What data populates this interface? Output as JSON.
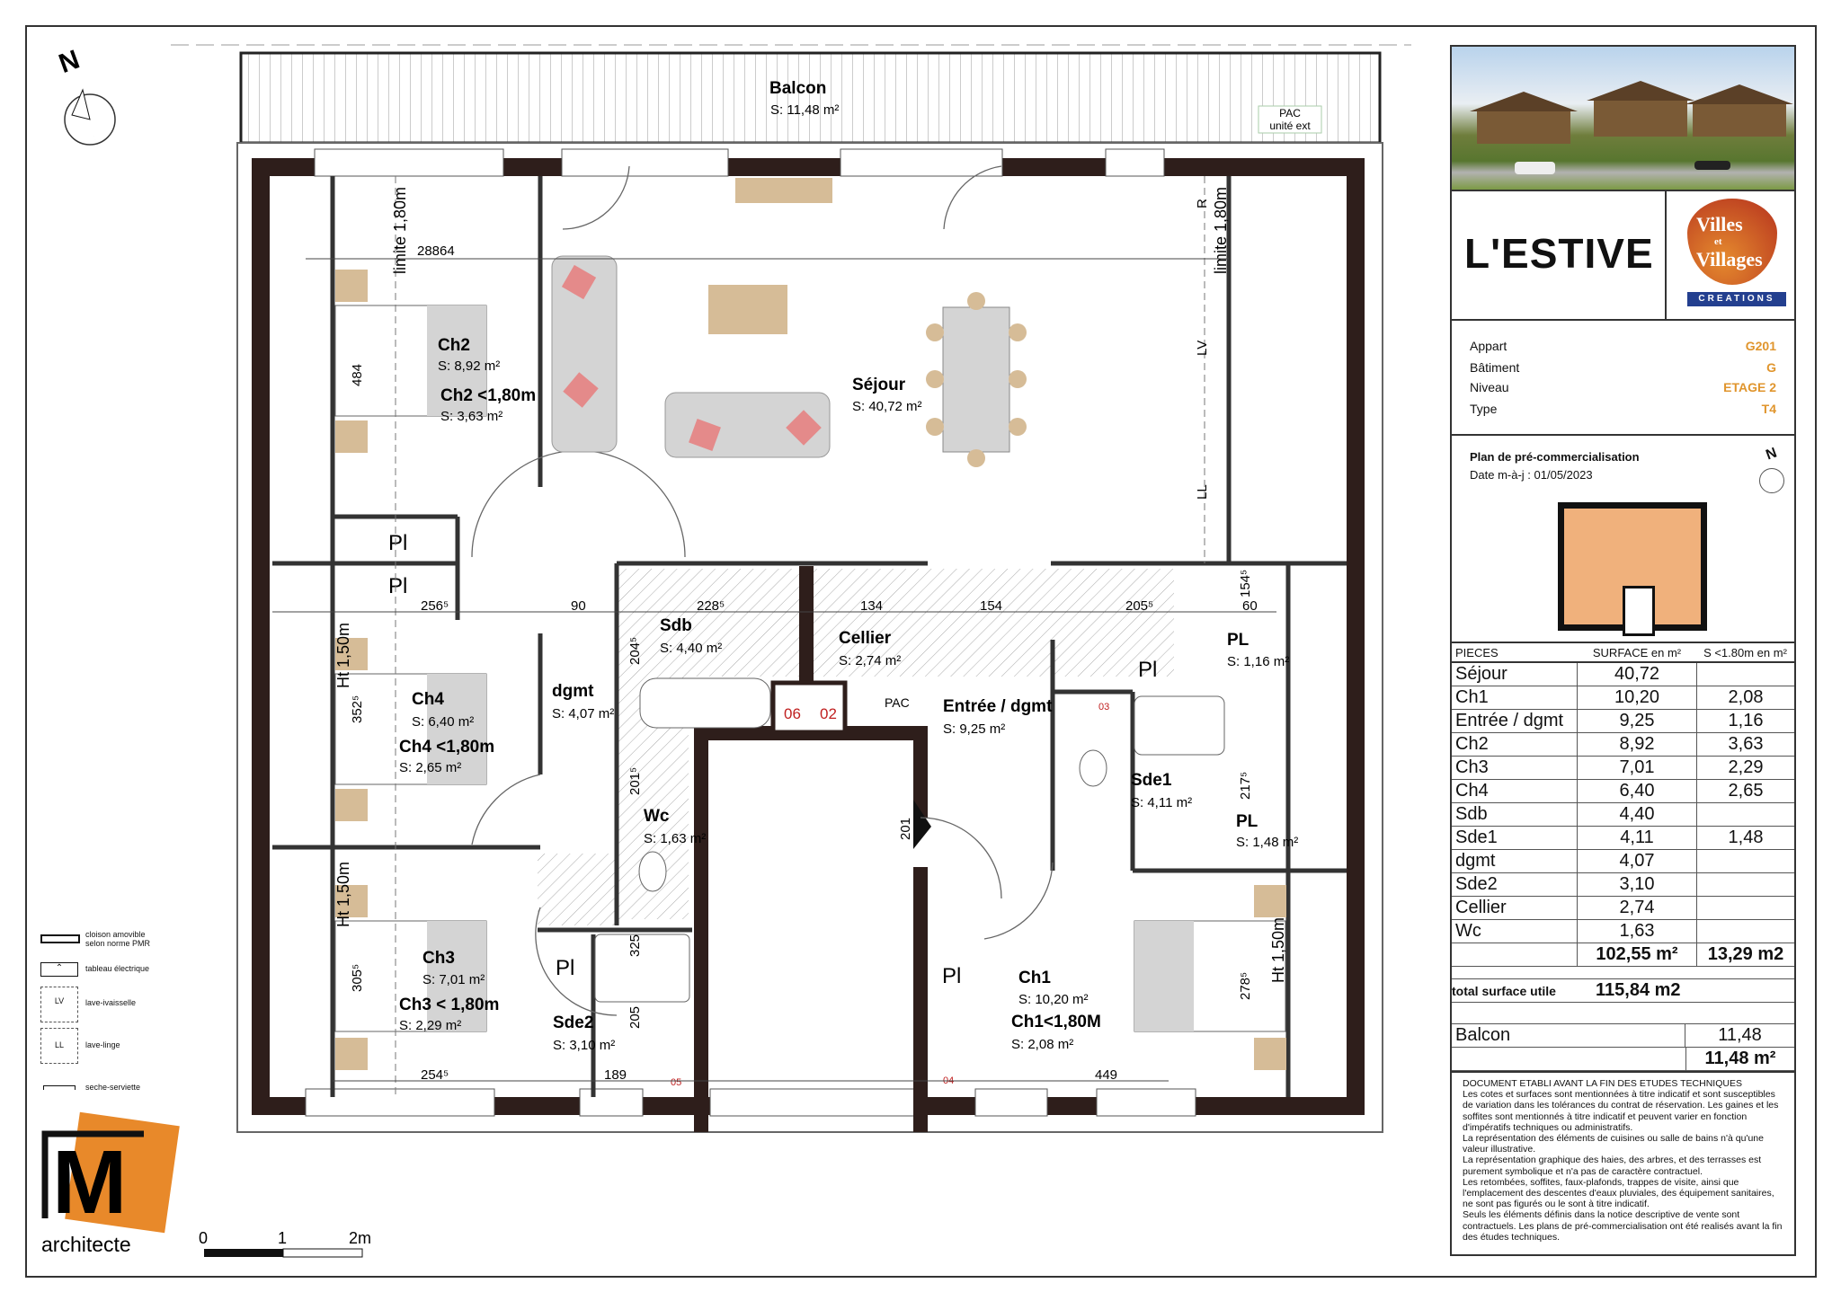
{
  "compass": {
    "n": "N"
  },
  "balcony": {
    "name": "Balcon",
    "area": "S: 11,48 m²",
    "pac": "PAC",
    "pac_sub": "unité ext"
  },
  "rooms": {
    "ch2": {
      "name": "Ch2",
      "area": "S: 8,92 m²",
      "low": "Ch2 <1,80m",
      "low_area": "S: 3,63 m²"
    },
    "sejour": {
      "name": "Séjour",
      "area": "S: 40,72 m²"
    },
    "sdb": {
      "name": "Sdb",
      "area": "S: 4,40 m²"
    },
    "cellier": {
      "name": "Cellier",
      "area": "S: 2,74 m²",
      "pac": "PAC"
    },
    "dgmt": {
      "name": "dgmt",
      "area": "S: 4,07 m²"
    },
    "ch4": {
      "name": "Ch4",
      "area": "S: 6,40 m²",
      "low": "Ch4 <1,80m",
      "low_area": "S: 2,65 m²"
    },
    "entree": {
      "name": "Entrée / dgmt",
      "area": "S: 9,25 m²"
    },
    "sde1": {
      "name": "Sde1",
      "area": "S: 4,11 m²"
    },
    "pl1": {
      "name": "PL",
      "area": "S: 1,16 m²"
    },
    "pl2": {
      "name": "PL",
      "area": "S: 1,48 m²"
    },
    "wc": {
      "name": "Wc",
      "area": "S: 1,63 m²"
    },
    "ch3": {
      "name": "Ch3",
      "area": "S: 7,01 m²",
      "low": "Ch3 < 1,80m",
      "low_area": "S: 2,29 m²"
    },
    "sde2": {
      "name": "Sde2",
      "area": "S: 3,10 m²"
    },
    "ch1": {
      "name": "Ch1",
      "area": "S: 10,20 m²",
      "low": "Ch1<1,80M",
      "low_area": "S: 2,08 m²"
    }
  },
  "placards": [
    "Pl",
    "Pl",
    "Pl",
    "Pl",
    "Pl"
  ],
  "annotations": {
    "limite": "limite 1,80m",
    "ht": "Ht 1,50m",
    "r": "R",
    "lv": "LV",
    "ll": "LL"
  },
  "dimensions": [
    "28864",
    "484",
    "256⁵",
    "90",
    "228⁵",
    "134",
    "154",
    "205⁵",
    "60",
    "154⁵",
    "204⁵",
    "352⁵",
    "201⁵",
    "201",
    "217⁵",
    "325",
    "205",
    "305⁵",
    "278⁵",
    "254⁵",
    "189",
    "449"
  ],
  "gaines": [
    "06",
    "02",
    "03",
    "05",
    "04"
  ],
  "legend": [
    {
      "label": "cloison amovible selon norme PMR"
    },
    {
      "label": "tableau électrique"
    },
    {
      "label": "lave-ivaisselle",
      "code": "LV"
    },
    {
      "label": "lave-linge",
      "code": "LL"
    },
    {
      "label": "seche-serviette"
    }
  ],
  "architect": {
    "logo_letter": "M",
    "name": "architecte"
  },
  "scale": {
    "ticks": [
      "0",
      "1",
      "2m"
    ]
  },
  "panel": {
    "project": "L'ESTIVE",
    "developer_logo": {
      "line1": "Villes",
      "et": "et",
      "line2": "Villages",
      "line3": "CREATIONS"
    },
    "info": [
      {
        "label": "Appart",
        "value": "G201"
      },
      {
        "label": "Bâtiment",
        "value": "G"
      },
      {
        "label": "Niveau",
        "value": "ETAGE 2"
      },
      {
        "label": "Type",
        "value": "T4"
      }
    ],
    "plan_title": "Plan de pré-commercialisation",
    "plan_date": "Date m-à-j : 01/05/2023",
    "mini_n": "N",
    "table": {
      "headers": [
        "PIECES",
        "SURFACE en m²",
        "S <1.80m en m²"
      ],
      "rows": [
        [
          "Séjour",
          "40,72",
          ""
        ],
        [
          "Ch1",
          "10,20",
          "2,08"
        ],
        [
          "Entrée / dgmt",
          "9,25",
          "1,16"
        ],
        [
          "Ch2",
          "8,92",
          "3,63"
        ],
        [
          "Ch3",
          "7,01",
          "2,29"
        ],
        [
          "Ch4",
          "6,40",
          "2,65"
        ],
        [
          "Sdb",
          "4,40",
          ""
        ],
        [
          "Sde1",
          "4,11",
          "1,48"
        ],
        [
          "dgmt",
          "4,07",
          ""
        ],
        [
          "Sde2",
          "3,10",
          ""
        ],
        [
          "Cellier",
          "2,74",
          ""
        ],
        [
          "Wc",
          "1,63",
          ""
        ]
      ],
      "total_surface": "102,55 m²",
      "total_low": "13,29 m2",
      "utile_label": "total surface utile",
      "utile_value": "115,84 m2",
      "balcon_label": "Balcon",
      "balcon_value": "11,48",
      "balcon_total": "11,48 m²"
    },
    "notes": [
      "DOCUMENT ETABLI AVANT LA FIN DES ETUDES TECHNIQUES",
      "Les cotes et surfaces sont mentionnées à titre indicatif et sont susceptibles de variation dans les tolérances du contrat de réservation. Les gaines et les soffites sont mentionnés à titre indicatif et peuvent varier en fonction d'impératifs techniques ou administratifs.",
      "La représentation des éléments de cuisines ou salle de bains n'à qu'une valeur illustrative.",
      "La représentation graphique des haies, des arbres, et des terrasses est purement symbolique et n'a pas de caractère contractuel.",
      "Les retombées, soffites, faux-plafonds, trappes de visite, ainsi que l'emplacement des descentes d'eaux pluviales, des équipement sanitaires, ne sont pas figurés ou le sont à titre indicatif.",
      "Seuls les éléments définis dans la notice descriptive de vente sont contractuels. Les plans de pré-commercialisation ont été realisés avant la fin des études techniques."
    ]
  }
}
